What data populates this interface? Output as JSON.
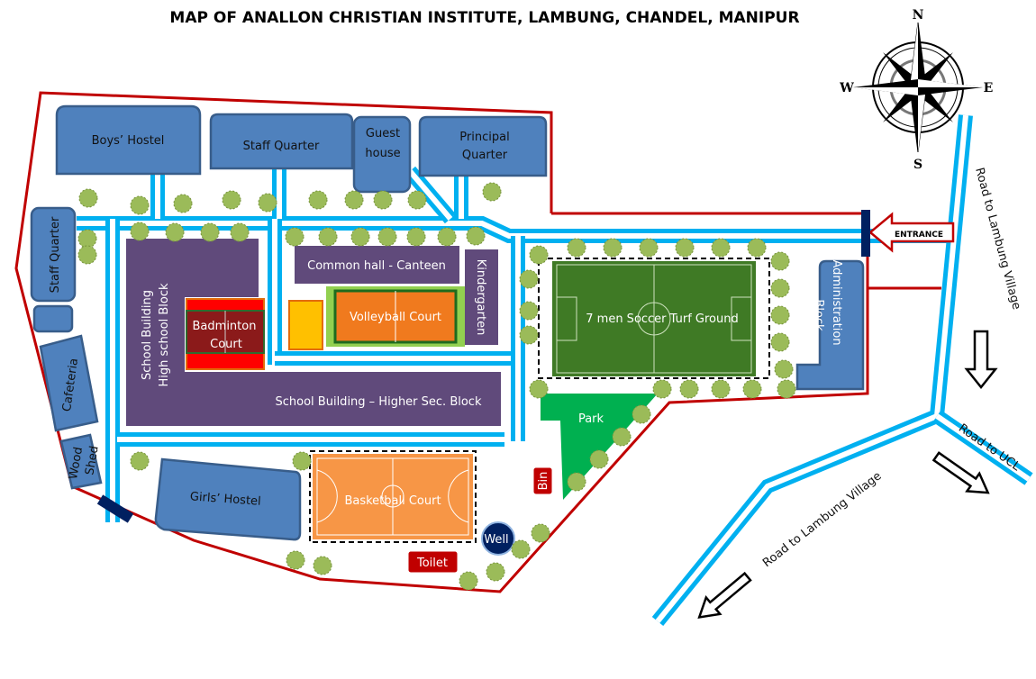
{
  "title": "MAP OF ANALLON CHRISTIAN INSTITUTE, LAMBUNG, CHANDEL, MANIPUR",
  "compass": {
    "n": "N",
    "s": "S",
    "e": "E",
    "w": "W"
  },
  "buildings": {
    "boys_hostel": "Boys’ Hostel",
    "staff_quarter_top": "Staff Quarter",
    "guest_house_1": "Guest",
    "guest_house_2": "house",
    "principal_1": "Principal",
    "principal_2": "Quarter",
    "staff_quarter_left": "Staff Quarter",
    "cafeteria": "Cafeteria",
    "wood": "Wood",
    "shed": "Shed",
    "girls_hostel": "Girls’ Hostel",
    "admin_1": "Administration",
    "admin_2": "Block",
    "school_hs_1": "School Building",
    "school_hs_2": "High school Block",
    "higher_sec": "School Building – Higher Sec. Block",
    "common_hall": "Common hall - Canteen",
    "kindergarten": "Kindergarten"
  },
  "facilities": {
    "badminton_1": "Badminton",
    "badminton_2": "Court",
    "volleyball": "Volleyball Court",
    "soccer": "7 men Soccer Turf Ground",
    "park": "Park",
    "basketball": "Basketball Court",
    "bin": "Bin",
    "well": "Well",
    "toilet": "Toilet"
  },
  "entrance": "ENTRANCE",
  "roads": {
    "lambung_right": "Road to Lambung Village",
    "ucl": "Road to UCL",
    "lambung_bottom": "Road to Lambung Village"
  },
  "colors": {
    "building": "#4f81bd",
    "school": "#604a7b",
    "road": "#00b0f0",
    "boundary": "#c00000",
    "tree": "#9bbb59"
  }
}
